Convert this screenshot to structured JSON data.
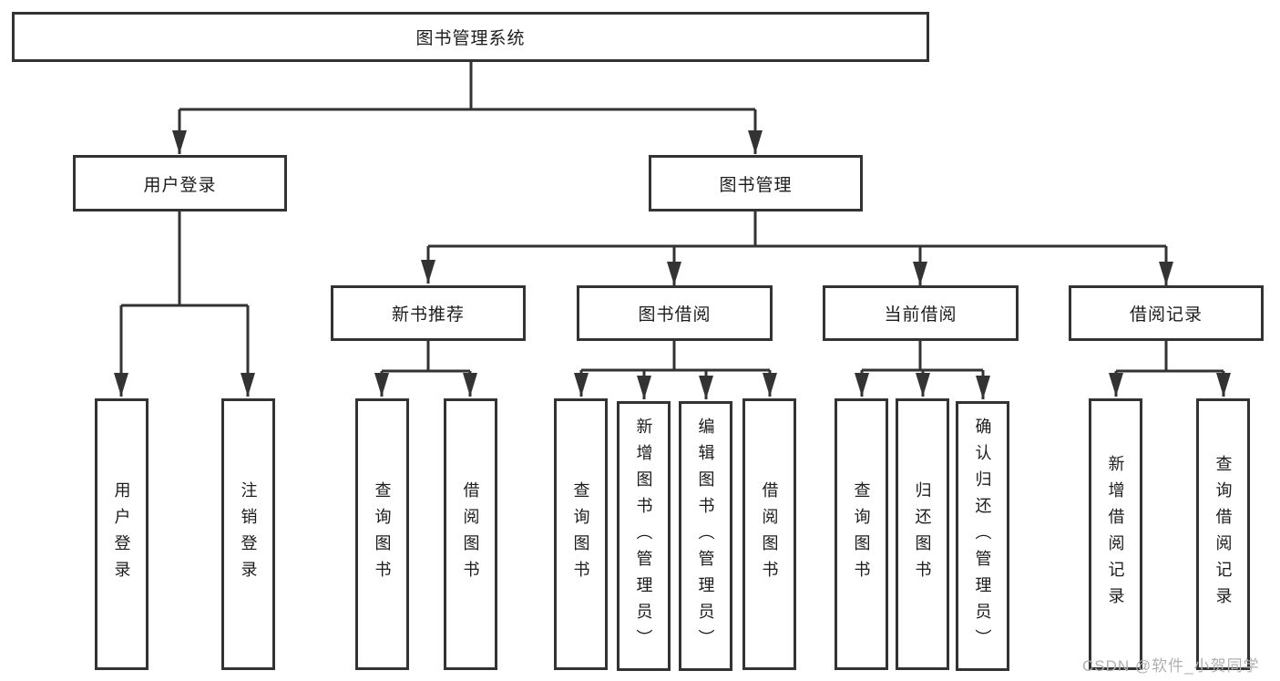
{
  "diagram": {
    "root": {
      "label": "图书管理系统"
    },
    "branches": {
      "user_login": {
        "label": "用户登录",
        "children": [
          "用户登录",
          "注销登录"
        ]
      },
      "book_management": {
        "label": "图书管理"
      },
      "new_book": {
        "label": "新书推荐",
        "children": [
          "查询图书",
          "借阅图书"
        ]
      },
      "borrow": {
        "label": "图书借阅",
        "children": [
          "查询图书",
          "新增图书（管理员）",
          "编辑图书（管理员）",
          "借阅图书"
        ]
      },
      "current": {
        "label": "当前借阅",
        "children": [
          "查询图书",
          "归还图书",
          "确认归还（管理员）"
        ]
      },
      "records": {
        "label": "借阅记录",
        "children": [
          "新增借阅记录",
          "查询借阅记录"
        ]
      }
    }
  },
  "watermark": {
    "text": "CSDN @软件_小贺同学"
  },
  "colors": {
    "line": "#333333",
    "text": "#1c1c1c",
    "box_background": "#ffffff",
    "watermark": "#b0b0b0",
    "background": "#ffffff"
  }
}
